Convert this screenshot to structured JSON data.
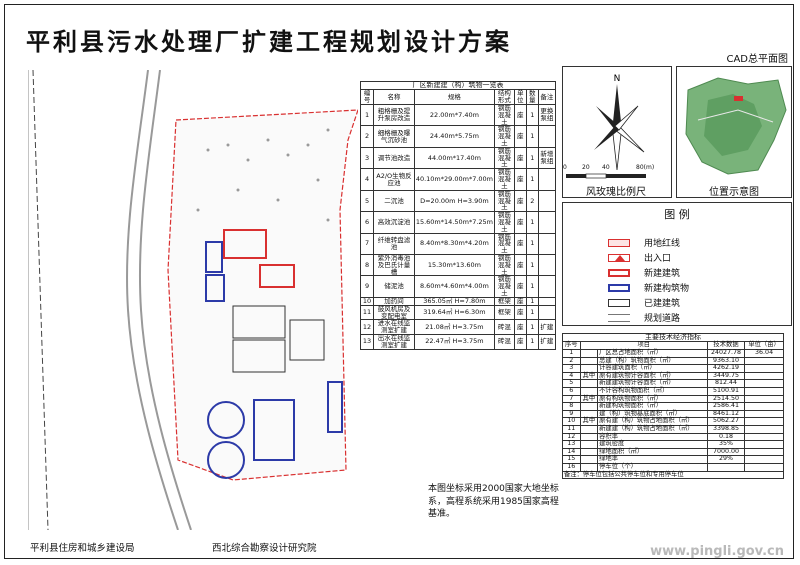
{
  "title": "平利县污水处理厂扩建工程规划设计方案",
  "cad_label": "CAD总平面图",
  "building_table": {
    "caption": "厂区新建建（构）筑物一览表",
    "headers": [
      "编号",
      "名称",
      "规格",
      "结构形式",
      "单位",
      "数量",
      "备注"
    ],
    "rows": [
      [
        "1",
        "粗格栅及提升泵房改造",
        "22.00m*7.40m",
        "钢筋混凝土",
        "座",
        "1",
        "更换泵组"
      ],
      [
        "2",
        "细格栅及曝气沉砂池",
        "24.40m*5.75m",
        "钢筋混凝土",
        "座",
        "1",
        ""
      ],
      [
        "3",
        "调节池改造",
        "44.00m*17.40m",
        "钢筋混凝土",
        "座",
        "1",
        "新增泵组"
      ],
      [
        "4",
        "A2/O生物反应池",
        "40.10m*29.00m*7.00m",
        "钢筋混凝土",
        "座",
        "1",
        ""
      ],
      [
        "5",
        "二沉池",
        "D=20.00m H=3.90m",
        "钢筋混凝土",
        "座",
        "2",
        ""
      ],
      [
        "6",
        "高效沉淀池",
        "15.60m*14.50m*7.25m",
        "钢筋混凝土",
        "座",
        "1",
        ""
      ],
      [
        "7",
        "纤维转盘滤池",
        "8.40m*8.30m*4.20m",
        "钢筋混凝土",
        "座",
        "1",
        ""
      ],
      [
        "8",
        "紫外消毒池及巴氏计量槽",
        "15.30m*13.60m",
        "钢筋混凝土",
        "座",
        "1",
        ""
      ],
      [
        "9",
        "储泥池",
        "8.60m*4.60m*4.00m",
        "钢筋混凝土",
        "座",
        "1",
        ""
      ],
      [
        "10",
        "加药间",
        "365.05㎡ H=7.80m",
        "框架",
        "座",
        "1",
        ""
      ],
      [
        "11",
        "鼓风机房及变配电室",
        "319.64㎡ H=6.30m",
        "框架",
        "座",
        "1",
        ""
      ],
      [
        "12",
        "进水在线监测室扩建",
        "21.08㎡ H=3.75m",
        "砖混",
        "座",
        "1",
        "扩建"
      ],
      [
        "13",
        "出水在线监测室扩建",
        "22.47㎡ H=3.75m",
        "砖混",
        "座",
        "1",
        "扩建"
      ]
    ]
  },
  "note": "本图坐标采用2000国家大地坐标系，高程系统采用1985国家高程基准。",
  "wind_label": "风玫瑰比例尺",
  "scale_ticks": [
    "0",
    "20",
    "40",
    "80(m)"
  ],
  "location_label": "位置示意图",
  "legend": {
    "title": "图  例",
    "items": [
      {
        "label": "用地红线",
        "color": "#d93030"
      },
      {
        "label": "出入口",
        "color": "#d93030"
      },
      {
        "label": "新建建筑",
        "color": "#d93030"
      },
      {
        "label": "新建构筑物",
        "color": "#2c3aa8"
      },
      {
        "label": "已建建筑",
        "color": "#333333"
      },
      {
        "label": "规划道路",
        "color": "#777777"
      }
    ]
  },
  "econ_table": {
    "caption": "主要技术经济指标",
    "headers": [
      "序号",
      "项目",
      "技术数据",
      "单位（亩）"
    ],
    "rows": [
      [
        "1",
        "",
        "厂区总占地面积（㎡）",
        "24027.78",
        "36.04"
      ],
      [
        "2",
        "",
        "总建（构）筑物面积（㎡）",
        "9363.10",
        ""
      ],
      [
        "3",
        "",
        "计容建筑面积（㎡）",
        "4262.19",
        ""
      ],
      [
        "4",
        "其中",
        "原有建筑物计容面积（㎡）",
        "3449.75",
        ""
      ],
      [
        "5",
        "",
        "新建建筑物计容面积（㎡）",
        "812.44",
        ""
      ],
      [
        "6",
        "",
        "不计容构筑物面积（㎡）",
        "5100.91",
        ""
      ],
      [
        "7",
        "其中",
        "原有构筑物面积（㎡）",
        "2514.50",
        ""
      ],
      [
        "8",
        "",
        "新建构筑物面积（㎡）",
        "2586.41",
        ""
      ],
      [
        "9",
        "",
        "建（构）筑物基底面积（㎡）",
        "8461.12",
        ""
      ],
      [
        "10",
        "其中",
        "原有建（构）筑物占地面积（㎡）",
        "5062.27",
        ""
      ],
      [
        "11",
        "",
        "新建建（构）筑物占地面积（㎡）",
        "3398.85",
        ""
      ],
      [
        "12",
        "",
        "容积率",
        "0.18",
        ""
      ],
      [
        "13",
        "",
        "建筑密度",
        "35%",
        ""
      ],
      [
        "14",
        "",
        "绿地面积（㎡）",
        "7000.00",
        ""
      ],
      [
        "15",
        "",
        "绿地率",
        "29%",
        ""
      ],
      [
        "16",
        "",
        "停车位（个）",
        "",
        ""
      ]
    ],
    "remark": "备注：停车位包括公共停车位和专用停车位"
  },
  "footer_left": "平利县住房和城乡建设局",
  "footer_mid": "西北综合勘察设计研究院",
  "watermark": "www.pingli.gov.cn"
}
